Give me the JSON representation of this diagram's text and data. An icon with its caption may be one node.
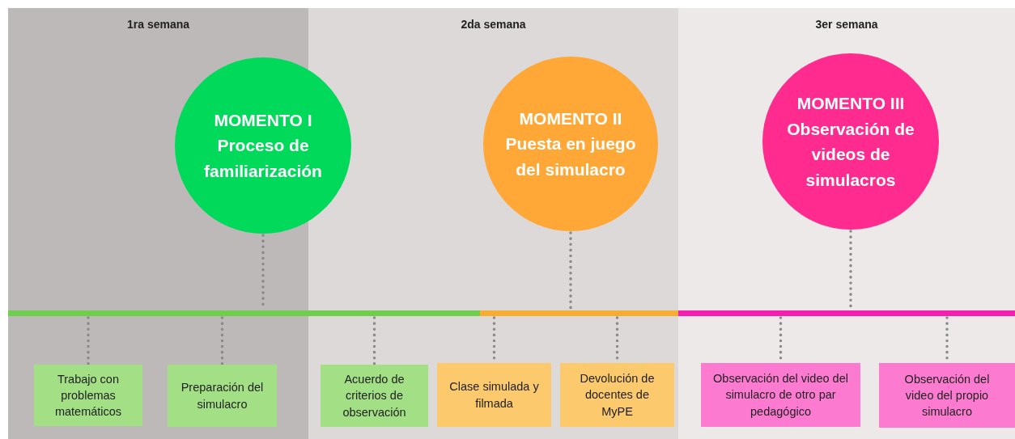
{
  "diagram": {
    "nodes": [
      {
        "text": [
          "1ra semana"
        ]
      },
      {
        "text": [
          "2da  semana"
        ]
      },
      {
        "text": [
          "3er semana"
        ]
      },
      {
        "text": [
          "MOMENTO I",
          "Proceso de familiarización"
        ]
      },
      {
        "text": [
          "MOMENTO II",
          "Puesta en juego del simulacro"
        ],
        "in": 1
      },
      {
        "text": [
          "MOMENTO III",
          "Observación de videos de simulacros"
        ],
        "in": 2
      },
      {
        "text": [],
        "shape": "bar"
      },
      {
        "text": [],
        "shape": "bar",
        "in": 1
      },
      {
        "text": [],
        "shape": "bar",
        "in": 2
      },
      {
        "text": [
          "Trabajo con problemas matemáticos"
        ],
        "in": 0
      },
      {
        "text": [
          "Preparación del simulacro"
        ],
        "in": 0
      },
      {
        "text": [
          "Acuerdo de criterios de observación"
        ],
        "in": 1
      },
      {
        "text": [
          "Clase simulada y filmada"
        ],
        "in": 1
      },
      {
        "text": [
          "Devolución de docentes de MyPE"
        ],
        "in": 1
      },
      {
        "text": [
          "Observación del video del simulacro de otro par pedagógico"
        ],
        "in": 2
      },
      {
        "text": [
          "Observación del video del propio simulacro"
        ],
        "in": 2
      }
    ],
    "edges": [
      {
        "from": 3,
        "to": 6,
        "arrow": "none"
      },
      {
        "from": 4,
        "to": 7,
        "arrow": "none"
      },
      {
        "from": 5,
        "to": 8,
        "arrow": "none"
      },
      {
        "from": 6,
        "to": 9,
        "arrow": "none"
      },
      {
        "from": 6,
        "to": 10,
        "arrow": "none"
      },
      {
        "from": 6,
        "to": 11,
        "arrow": "none"
      },
      {
        "from": 7,
        "to": 12,
        "arrow": "none"
      },
      {
        "from": 7,
        "to": 13,
        "arrow": "none"
      },
      {
        "from": 8,
        "to": 14,
        "arrow": "none"
      },
      {
        "from": 8,
        "to": 15,
        "arrow": "none"
      }
    ]
  }
}
